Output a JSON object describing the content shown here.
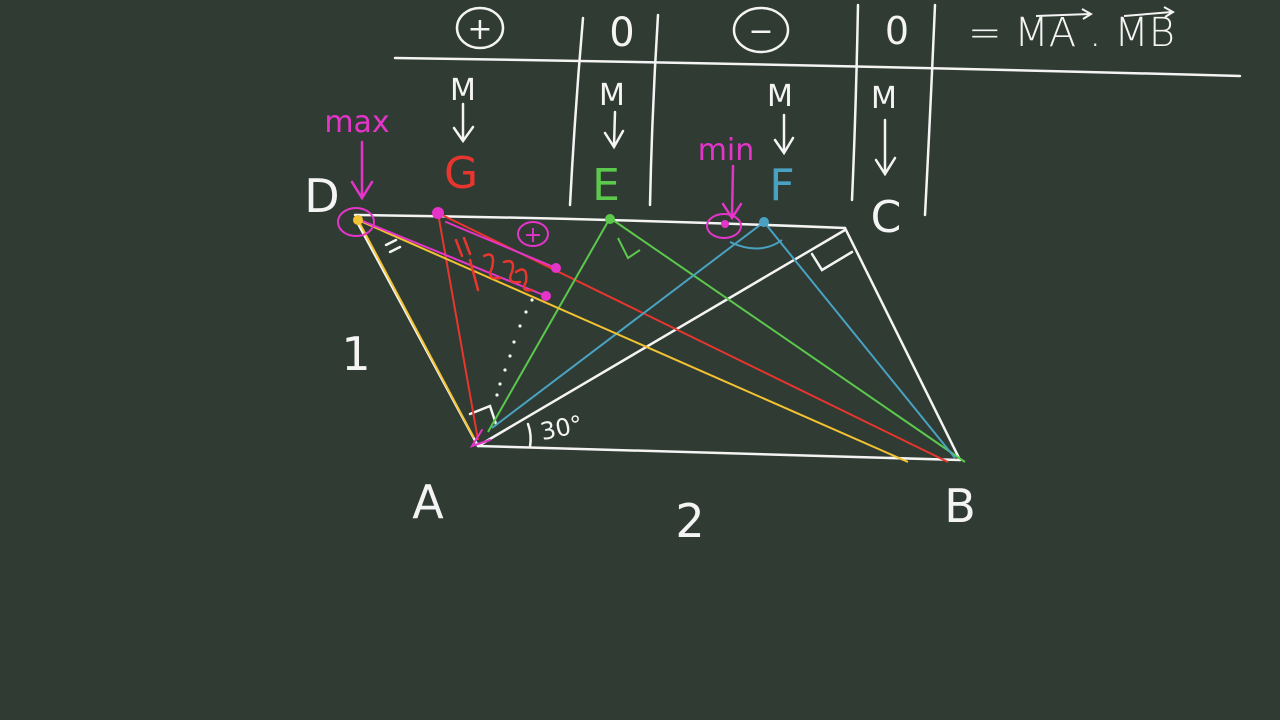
{
  "colors": {
    "background": "#2f3b33",
    "chalk": "#f4f4f4",
    "magenta": "#e535c9",
    "red": "#e8362f",
    "green": "#5cc84c",
    "blue": "#4aa2c2",
    "yellow": "#f2c232"
  },
  "table": {
    "sign_row": [
      "+",
      "0",
      "−",
      "0"
    ],
    "equals_label": "= MA . MB",
    "m_row": [
      "M",
      "M",
      "M",
      "M"
    ],
    "arrow_row": [
      "↓",
      "↓",
      "↓",
      "↓"
    ],
    "point_row": [
      "G",
      "E",
      "F",
      "C"
    ]
  },
  "annotations": {
    "max_label": "max",
    "min_label": "min",
    "plus_label": "+",
    "side_ad_label": "1",
    "side_ab_label": "2",
    "angle_label": "30°"
  },
  "points": {
    "A": "A",
    "B": "B",
    "C": "C",
    "D": "D"
  }
}
